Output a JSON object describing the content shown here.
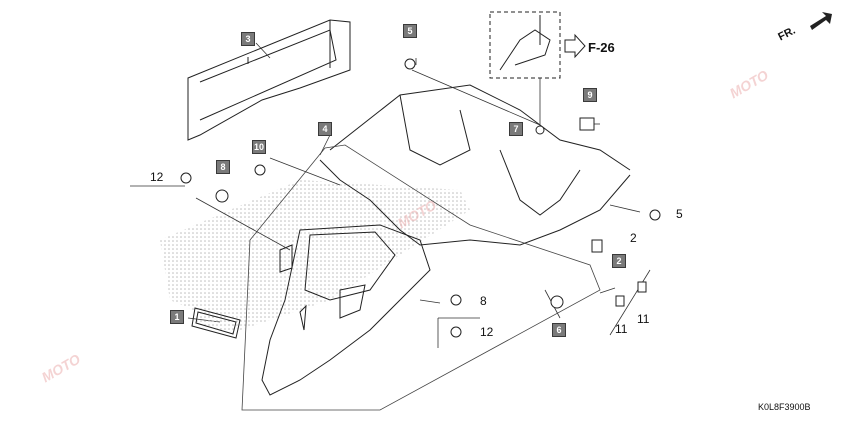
{
  "callouts": [
    {
      "id": "c1",
      "label": "1"
    },
    {
      "id": "c2",
      "label": "2"
    },
    {
      "id": "c3",
      "label": "3"
    },
    {
      "id": "c4",
      "label": "4"
    },
    {
      "id": "c5",
      "label": "5"
    },
    {
      "id": "c6",
      "label": "6"
    },
    {
      "id": "c7",
      "label": "7"
    },
    {
      "id": "c8",
      "label": "8"
    },
    {
      "id": "c9",
      "label": "9"
    },
    {
      "id": "c10",
      "label": "10"
    }
  ],
  "part_numbers": {
    "p12_top": "12",
    "p5_right": "5",
    "p2_right": "2",
    "p8_right": "8",
    "p12_bottom": "12",
    "p11_a": "11",
    "p11_b": "11"
  },
  "reference": "F-26",
  "direction": "FR.",
  "diagram_code": "K0L8F3900B",
  "watermark": "MOTO",
  "colors": {
    "badge": "#7a7a7a",
    "line": "#222222",
    "hatch": "#bdbdbd"
  }
}
